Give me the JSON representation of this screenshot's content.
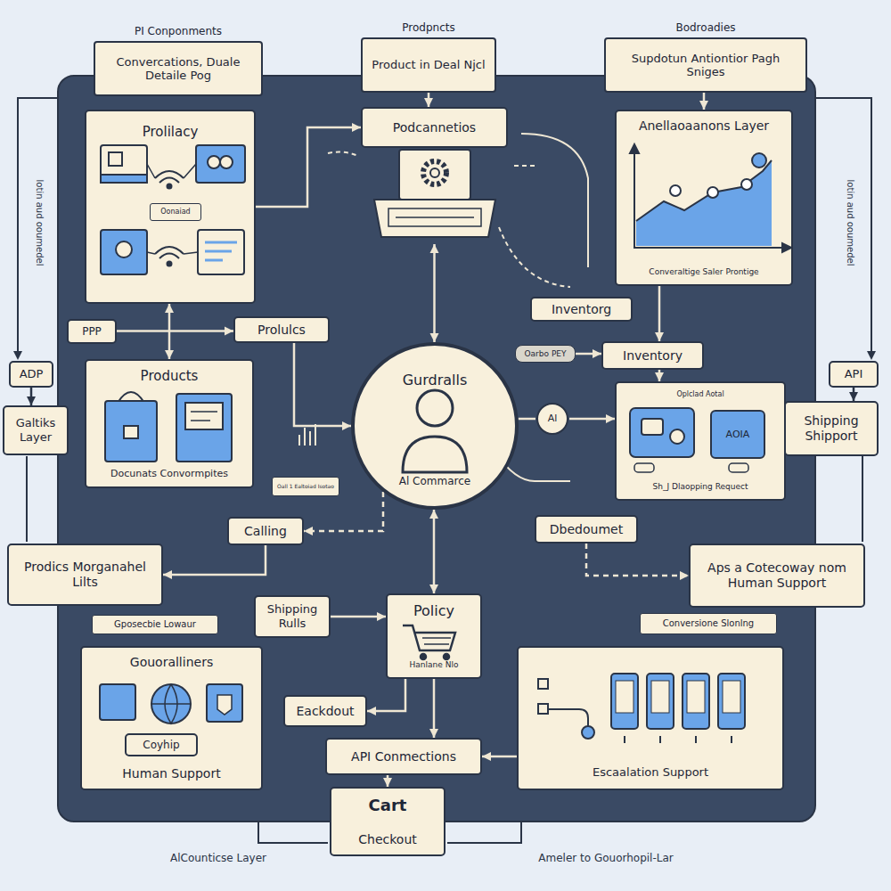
{
  "diagram": {
    "nodes": [
      {
        "text": [
          "PI Conponments",
          "Convercations, Duale Detaile Pog"
        ]
      },
      {
        "text": [
          "Prodpncts",
          "Product in Deal Njcl"
        ]
      },
      {
        "text": [
          "Bodroadies",
          "Supdotun Antiontior Pagh Sniges"
        ]
      },
      {
        "text": [
          "Prolilacy"
        ]
      },
      {
        "text": [
          "Oonaiad"
        ],
        "in": 3
      },
      {
        "text": [
          "Podcannetios"
        ]
      },
      {
        "text": [
          "Anellaoaanons Layer",
          "Converaltige Saler Prontige"
        ]
      },
      {
        "text": [
          "PPP"
        ]
      },
      {
        "text": [
          "Prolulcs"
        ]
      },
      {
        "text": [
          "Inventorg"
        ]
      },
      {
        "text": [
          "Oarbo PEY"
        ]
      },
      {
        "text": [
          "Inventory"
        ]
      },
      {
        "text": [
          "ADP"
        ]
      },
      {
        "text": [
          "Galtiks Layer"
        ]
      },
      {
        "text": [
          "Products",
          "Docunats Convormpites"
        ]
      },
      {
        "text": [
          "Gurdralls",
          "Al Commarce"
        ]
      },
      {
        "text": [
          "Al"
        ]
      },
      {
        "text": [
          "Oplclad Aotal",
          "Sh_J Dlaopping Requect"
        ]
      },
      {
        "text": [
          "AOIA"
        ],
        "in": 17
      },
      {
        "text": [
          "API"
        ]
      },
      {
        "text": [
          "Shipping Shipport"
        ]
      },
      {
        "text": [
          "Oall 1 Ealtoiad Isotao"
        ]
      },
      {
        "text": [
          "Calling"
        ]
      },
      {
        "text": [
          "Dbedoumet"
        ]
      },
      {
        "text": [
          "Prodics Morganahel Lilts"
        ]
      },
      {
        "text": [
          "Aps a Cotecoway nom Human Support"
        ]
      },
      {
        "text": [
          "Shipping Rulls"
        ]
      },
      {
        "text": [
          "Gposecbie Lowaur"
        ]
      },
      {
        "text": [
          "Policy",
          "Hanlane Nlo"
        ]
      },
      {
        "text": [
          "Conversione Slonlng"
        ]
      },
      {
        "text": [
          "Gouoralliners",
          "Human Support"
        ]
      },
      {
        "text": [
          "Coyhip"
        ],
        "in": 30
      },
      {
        "text": [
          "Eackdout"
        ]
      },
      {
        "text": [
          "Escaalation Support"
        ]
      },
      {
        "text": [
          "API Conmections"
        ]
      },
      {
        "text": [
          "Cart",
          "Checkout"
        ]
      }
    ],
    "edges": [
      {
        "from": 3,
        "to": 14,
        "arrow": "both"
      },
      {
        "from": 7,
        "to": 8,
        "arrow": "to"
      },
      {
        "from": 5,
        "to": 15,
        "arrow": "both"
      },
      {
        "from": 15,
        "to": 28,
        "arrow": "both"
      },
      {
        "from": 28,
        "to": 34,
        "arrow": "to"
      },
      {
        "from": 34,
        "to": 35,
        "arrow": "to"
      },
      {
        "from": 26,
        "to": 28,
        "arrow": "to"
      },
      {
        "from": 15,
        "to": 22,
        "arrow": "to"
      },
      {
        "from": 22,
        "to": 24,
        "arrow": "to"
      },
      {
        "from": 23,
        "to": 25,
        "arrow": "to"
      },
      {
        "from": 10,
        "to": 11,
        "arrow": "to"
      },
      {
        "from": 11,
        "to": 17,
        "arrow": "to"
      },
      {
        "from": 6,
        "to": 11,
        "arrow": "to"
      },
      {
        "from": 15,
        "to": 16,
        "arrow": "none"
      },
      {
        "from": 16,
        "to": 17,
        "arrow": "to"
      },
      {
        "from": 33,
        "to": 34,
        "arrow": "to"
      },
      {
        "from": 28,
        "to": 32,
        "arrow": "to"
      },
      {
        "from": 8,
        "to": 15,
        "arrow": "to"
      },
      {
        "from": 3,
        "to": 5,
        "arrow": "to"
      },
      {
        "from": 12,
        "to": 13,
        "arrow": "to"
      },
      {
        "from": 19,
        "to": 20,
        "arrow": "to"
      },
      {
        "from": 1,
        "to": 5,
        "arrow": "to"
      },
      {
        "from": 2,
        "to": 6,
        "arrow": "to"
      }
    ],
    "labels": [
      "AlCounticse Layer",
      "Ameler to Gouorhopil-Lar",
      "lotin aud ooumedel",
      "lotin aud ooumedel"
    ]
  }
}
